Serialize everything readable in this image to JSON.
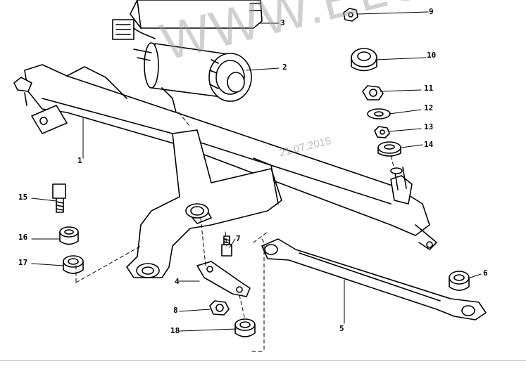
{
  "watermark": "WWW.ELCATS.RU",
  "date_stamp": "21.07.2015",
  "callouts": {
    "c1": "1",
    "c2": "2",
    "c3": "3",
    "c4": "4",
    "c5": "5",
    "c6": "6",
    "c7": "7",
    "c8": "8",
    "c9": "9",
    "c10": "10",
    "c11": "11",
    "c12": "12",
    "c13": "13",
    "c14": "14",
    "c15": "15",
    "c16": "16",
    "c17": "17",
    "c18": "18"
  },
  "colors": {
    "ink": "#000000",
    "paper": "#ffffff",
    "watermark": "#969696"
  }
}
